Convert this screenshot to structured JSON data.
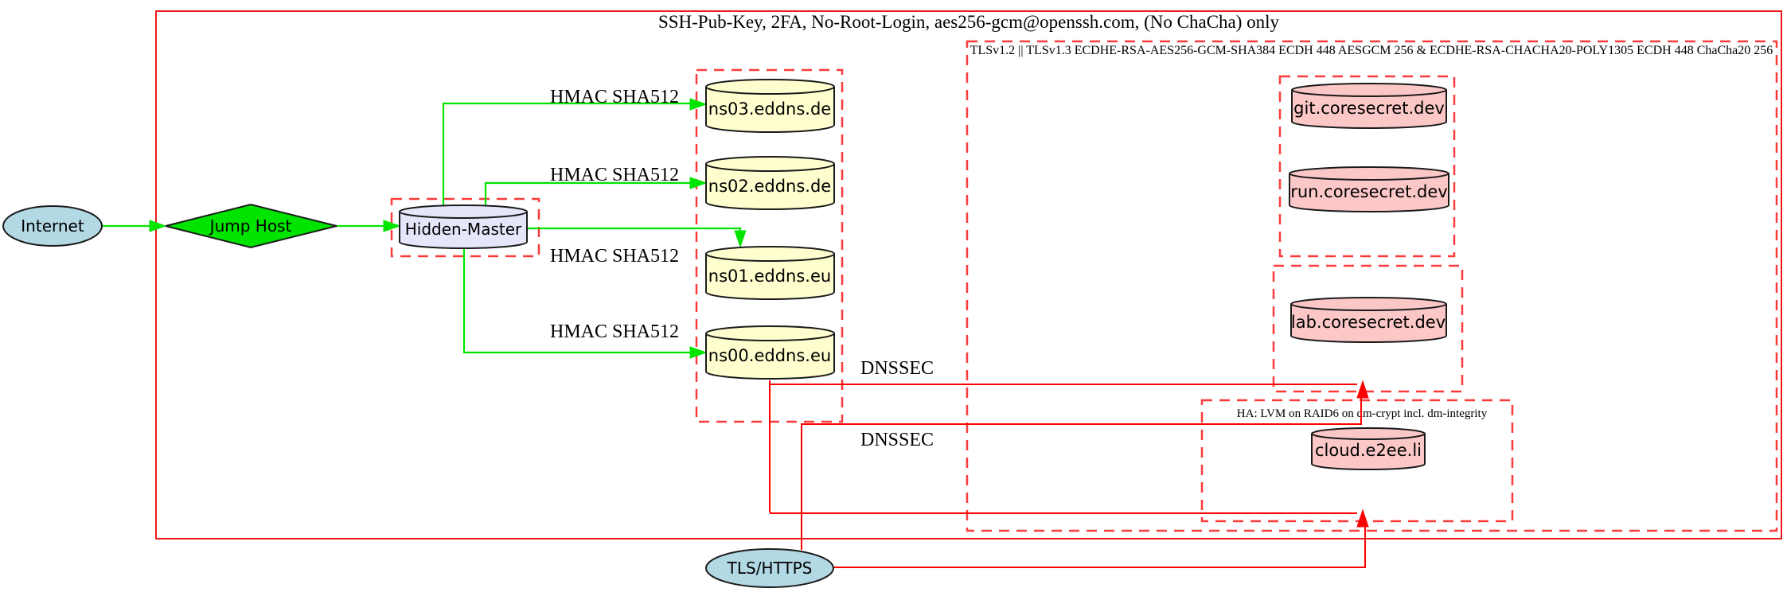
{
  "diagram": {
    "outer_cluster_label": "SSH-Pub-Key, 2FA, No-Root-Login, aes256-gcm@openssh.com, (No ChaCha) only",
    "tls_cluster_label": "TLSv1.2 || TLSv1.3 ECDHE-RSA-AES256-GCM-SHA384 ECDH 448 AESGCM 256 & ECDHE-RSA-CHACHA20-POLY1305 ECDH 448 ChaCha20 256",
    "ha_cluster_label": "HA: LVM on RAID6 on dm-crypt incl. dm-integrity",
    "nodes": {
      "internet": {
        "label": "Internet",
        "fill": "#b3d9e4"
      },
      "jump_host": {
        "label": "Jump Host",
        "fill": "#00e400"
      },
      "hidden_master": {
        "label": "Hidden-Master",
        "fill": "#e6e6fa"
      },
      "ns03": {
        "label": "ns03.eddns.de",
        "fill": "#fefece"
      },
      "ns02": {
        "label": "ns02.eddns.de",
        "fill": "#fefece"
      },
      "ns01": {
        "label": "ns01.eddns.eu",
        "fill": "#fefece"
      },
      "ns00": {
        "label": "ns00.eddns.eu",
        "fill": "#fefece"
      },
      "git": {
        "label": "git.coresecret.dev",
        "fill": "#fcc7c7"
      },
      "run": {
        "label": "run.coresecret.dev",
        "fill": "#fcc7c7"
      },
      "lab": {
        "label": "lab.coresecret.dev",
        "fill": "#fcc7c7"
      },
      "cloud": {
        "label": "cloud.e2ee.li",
        "fill": "#fcc7c7"
      },
      "tls_https": {
        "label": "TLS/HTTPS",
        "fill": "#b3d9e4"
      }
    },
    "edge_labels": {
      "hmac": "HMAC SHA512",
      "dnssec": "DNSSEC"
    },
    "colors": {
      "secure_transfer_green": "#00e400",
      "tls_dnssec_red": "#ff0000",
      "cluster_border_red": "#fb3b3b",
      "node_border": "#1a1a1a"
    }
  }
}
